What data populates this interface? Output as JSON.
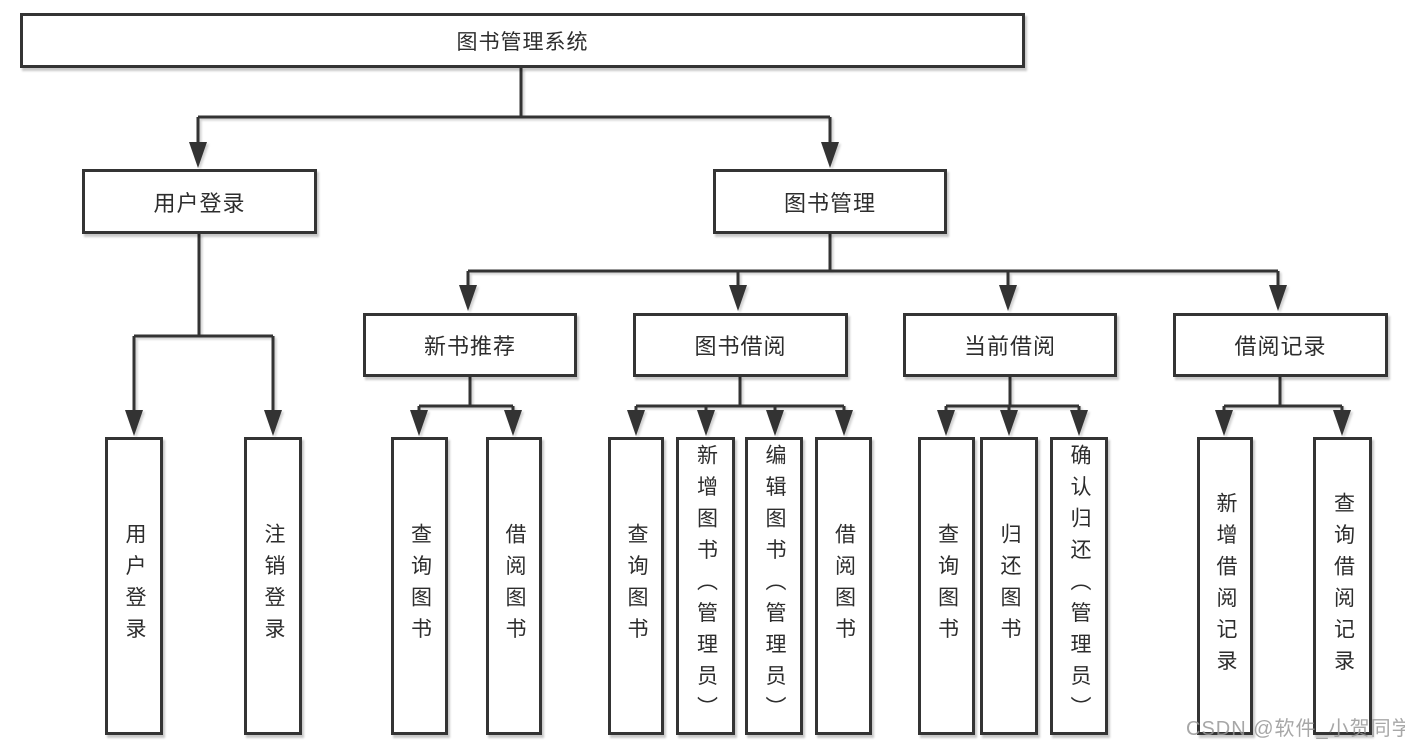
{
  "diagram": {
    "root": {
      "label": "图书管理系统"
    },
    "branches": {
      "user_login": {
        "label": "用户登录",
        "children": {
          "login": "用户登录",
          "logout": "注销登录"
        }
      },
      "book_management": {
        "label": "图书管理",
        "sections": {
          "new_book_rec": {
            "label": "新书推荐",
            "children": {
              "query": "查询图书",
              "borrow": "借阅图书"
            }
          },
          "book_borrow": {
            "label": "图书借阅",
            "children": {
              "query": "查询图书",
              "add": "新增图书（管理员）",
              "edit": "编辑图书（管理员）",
              "borrow": "借阅图书"
            }
          },
          "current_borrow": {
            "label": "当前借阅",
            "children": {
              "query": "查询图书",
              "return": "归还图书",
              "confirm": "确认归还（管理员）"
            }
          },
          "borrow_records": {
            "label": "借阅记录",
            "children": {
              "add": "新增借阅记录",
              "query": "查询借阅记录"
            }
          }
        }
      }
    }
  },
  "watermark": {
    "text": "CSDN @软件_小贺同学"
  }
}
